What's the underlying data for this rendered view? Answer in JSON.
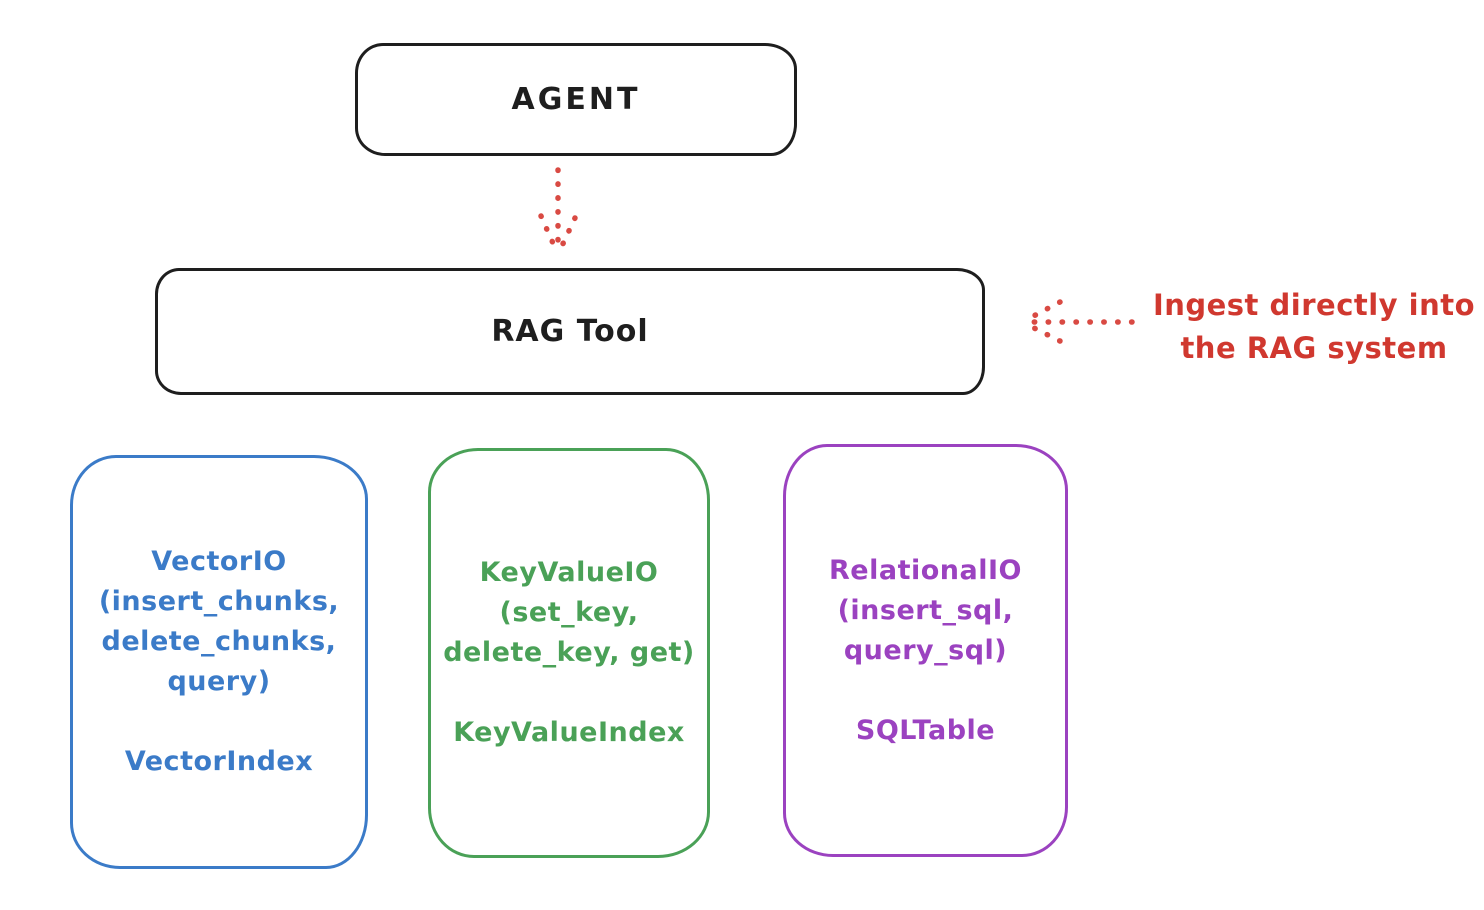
{
  "agent": {
    "label": "AGENT",
    "stroke_color": "#1e1e1e"
  },
  "rag_tool": {
    "label": "RAG Tool",
    "stroke_color": "#1e1e1e"
  },
  "ingest_note": {
    "line1": "Ingest directly into",
    "line2": "the RAG system",
    "color": "#d0382f"
  },
  "arrows": {
    "agent_to_rag": "dotted-down-arrow",
    "ingest_to_rag": "dotted-left-arrow",
    "color": "#d94a43"
  },
  "backends": [
    {
      "name": "vector-io",
      "color": "#3b7bc8",
      "io_lines": [
        "VectorIO",
        "(insert_chunks,",
        "delete_chunks,",
        "query)"
      ],
      "index": "VectorIndex"
    },
    {
      "name": "key-value-io",
      "color": "#4aa157",
      "io_lines": [
        "KeyValueIO",
        "(set_key,",
        "delete_key, get)"
      ],
      "index": "KeyValueIndex"
    },
    {
      "name": "relational-io",
      "color": "#9b42c0",
      "io_lines": [
        "RelationalIO",
        "(insert_sql,",
        "query_sql)"
      ],
      "index": "SQLTable"
    }
  ]
}
